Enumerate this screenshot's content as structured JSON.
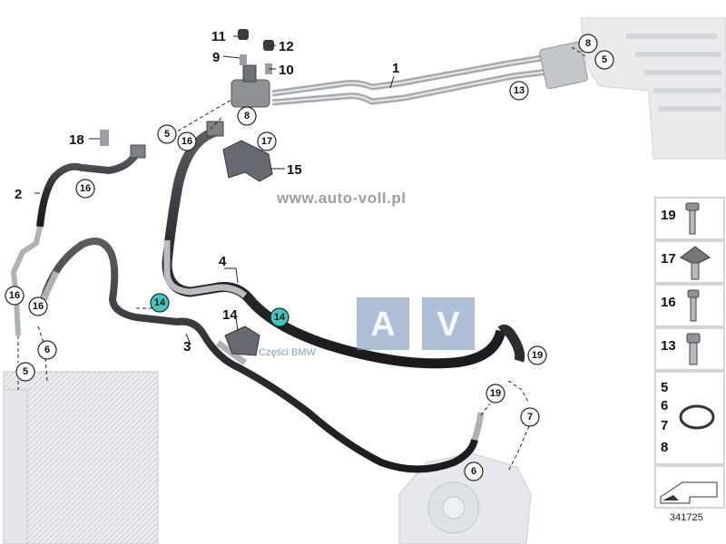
{
  "diagram": {
    "reference_number": "341725",
    "watermark_url": "www.auto-voll.pl",
    "watermark_letters": [
      "A",
      "V"
    ],
    "watermark_caption": "Części BMW",
    "main_labels": [
      {
        "id": "1",
        "text": "1"
      },
      {
        "id": "2",
        "text": "2"
      },
      {
        "id": "3",
        "text": "3"
      },
      {
        "id": "4",
        "text": "4"
      },
      {
        "id": "9",
        "text": "9"
      },
      {
        "id": "10",
        "text": "10"
      },
      {
        "id": "11",
        "text": "11"
      },
      {
        "id": "12",
        "text": "12"
      },
      {
        "id": "14",
        "text": "14"
      },
      {
        "id": "15",
        "text": "15"
      },
      {
        "id": "18",
        "text": "18"
      }
    ],
    "callouts": [
      {
        "text": "8"
      },
      {
        "text": "5"
      },
      {
        "text": "13"
      },
      {
        "text": "8"
      },
      {
        "text": "5"
      },
      {
        "text": "16"
      },
      {
        "text": "17"
      },
      {
        "text": "16"
      },
      {
        "text": "16"
      },
      {
        "text": "16"
      },
      {
        "text": "6"
      },
      {
        "text": "5"
      },
      {
        "text": "14"
      },
      {
        "text": "14"
      },
      {
        "text": "19"
      },
      {
        "text": "19"
      },
      {
        "text": "7"
      },
      {
        "text": "6"
      }
    ],
    "legend": [
      {
        "number": "19"
      },
      {
        "number": "17"
      },
      {
        "number": "16"
      },
      {
        "number": "13"
      },
      {
        "number": "5\n6\n7\n8"
      }
    ],
    "legend_group": [
      "5",
      "6",
      "7",
      "8"
    ]
  }
}
